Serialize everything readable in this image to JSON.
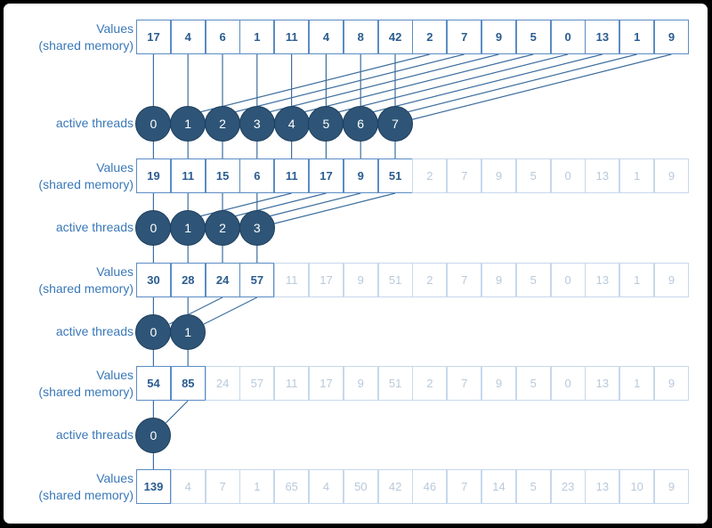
{
  "labels": {
    "values_line1": "Values",
    "values_line2": "(shared memory)",
    "threads": "active threads"
  },
  "colors": {
    "wire": "#3d6e9e",
    "cell_border_active": "#5b8cc4",
    "cell_border_inactive": "#c6d8ec",
    "thread_fill": "#2e5577",
    "label_text": "#3a78b8"
  },
  "rows": [
    {
      "values": [
        "17",
        "4",
        "6",
        "1",
        "11",
        "4",
        "8",
        "42",
        "2",
        "7",
        "9",
        "5",
        "0",
        "13",
        "1",
        "9"
      ],
      "active_count": 16
    },
    {
      "values": [
        "19",
        "11",
        "15",
        "6",
        "11",
        "17",
        "9",
        "51",
        "2",
        "7",
        "9",
        "5",
        "0",
        "13",
        "1",
        "9"
      ],
      "active_count": 8
    },
    {
      "values": [
        "30",
        "28",
        "24",
        "57",
        "11",
        "17",
        "9",
        "51",
        "2",
        "7",
        "9",
        "5",
        "0",
        "13",
        "1",
        "9"
      ],
      "active_count": 4
    },
    {
      "values": [
        "54",
        "85",
        "24",
        "57",
        "11",
        "17",
        "9",
        "51",
        "2",
        "7",
        "9",
        "5",
        "0",
        "13",
        "1",
        "9"
      ],
      "active_count": 2
    },
    {
      "values": [
        "139",
        "4",
        "7",
        "1",
        "65",
        "4",
        "50",
        "42",
        "46",
        "7",
        "14",
        "5",
        "23",
        "13",
        "10",
        "9"
      ],
      "active_count": 1
    }
  ],
  "thread_rows": [
    {
      "threads": [
        "0",
        "1",
        "2",
        "3",
        "4",
        "5",
        "6",
        "7"
      ]
    },
    {
      "threads": [
        "0",
        "1",
        "2",
        "3"
      ]
    },
    {
      "threads": [
        "0",
        "1"
      ]
    },
    {
      "threads": [
        "0"
      ]
    }
  ]
}
